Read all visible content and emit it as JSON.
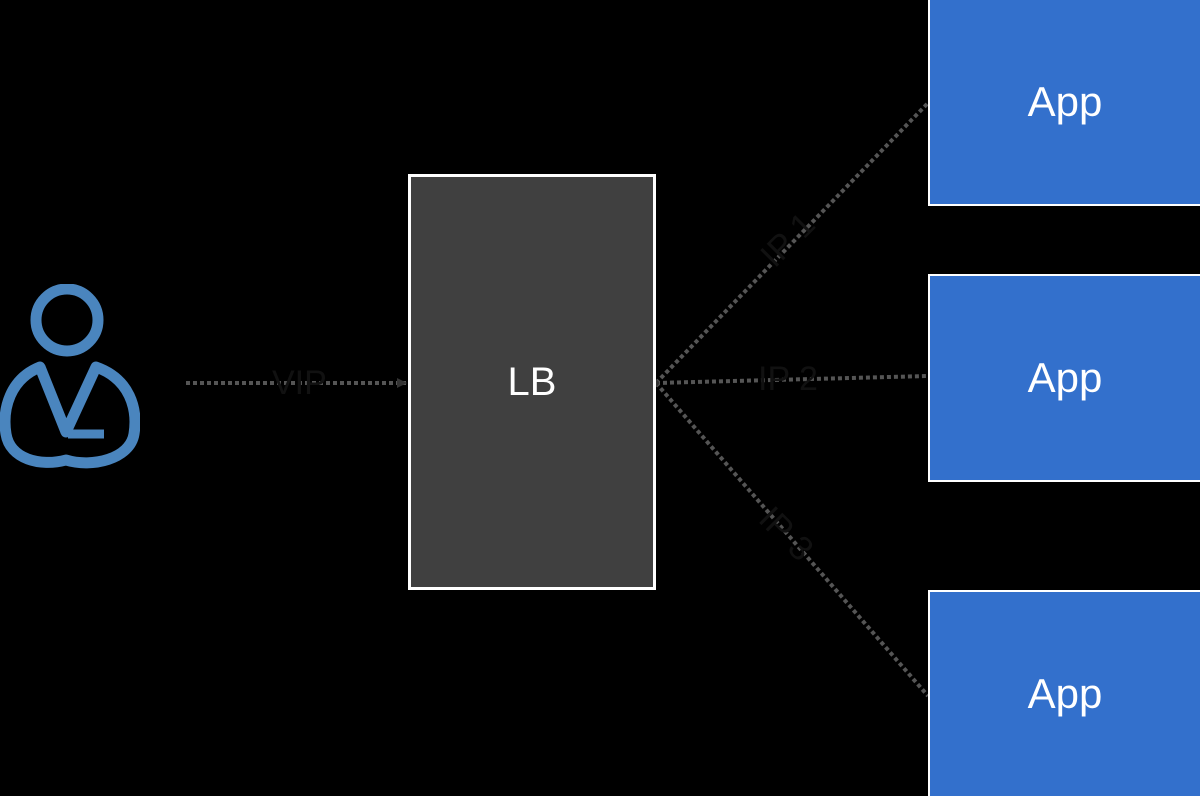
{
  "colors": {
    "background": "#000000",
    "lb_fill": "#404040",
    "app_fill": "#3370cc",
    "text_light": "#ffffff",
    "text_dark": "#111111",
    "connector": "#555555",
    "user_icon": "#4a85be"
  },
  "icons": {
    "user": "user-icon"
  },
  "load_balancer": {
    "label": "LB"
  },
  "apps": [
    {
      "label": "App"
    },
    {
      "label": "App"
    },
    {
      "label": "App"
    }
  ],
  "connections": {
    "vip": {
      "label": "VIP"
    },
    "ip1": {
      "label": "IP 1"
    },
    "ip2": {
      "label": "IP 2"
    },
    "ip3": {
      "label": "IP 3"
    }
  }
}
